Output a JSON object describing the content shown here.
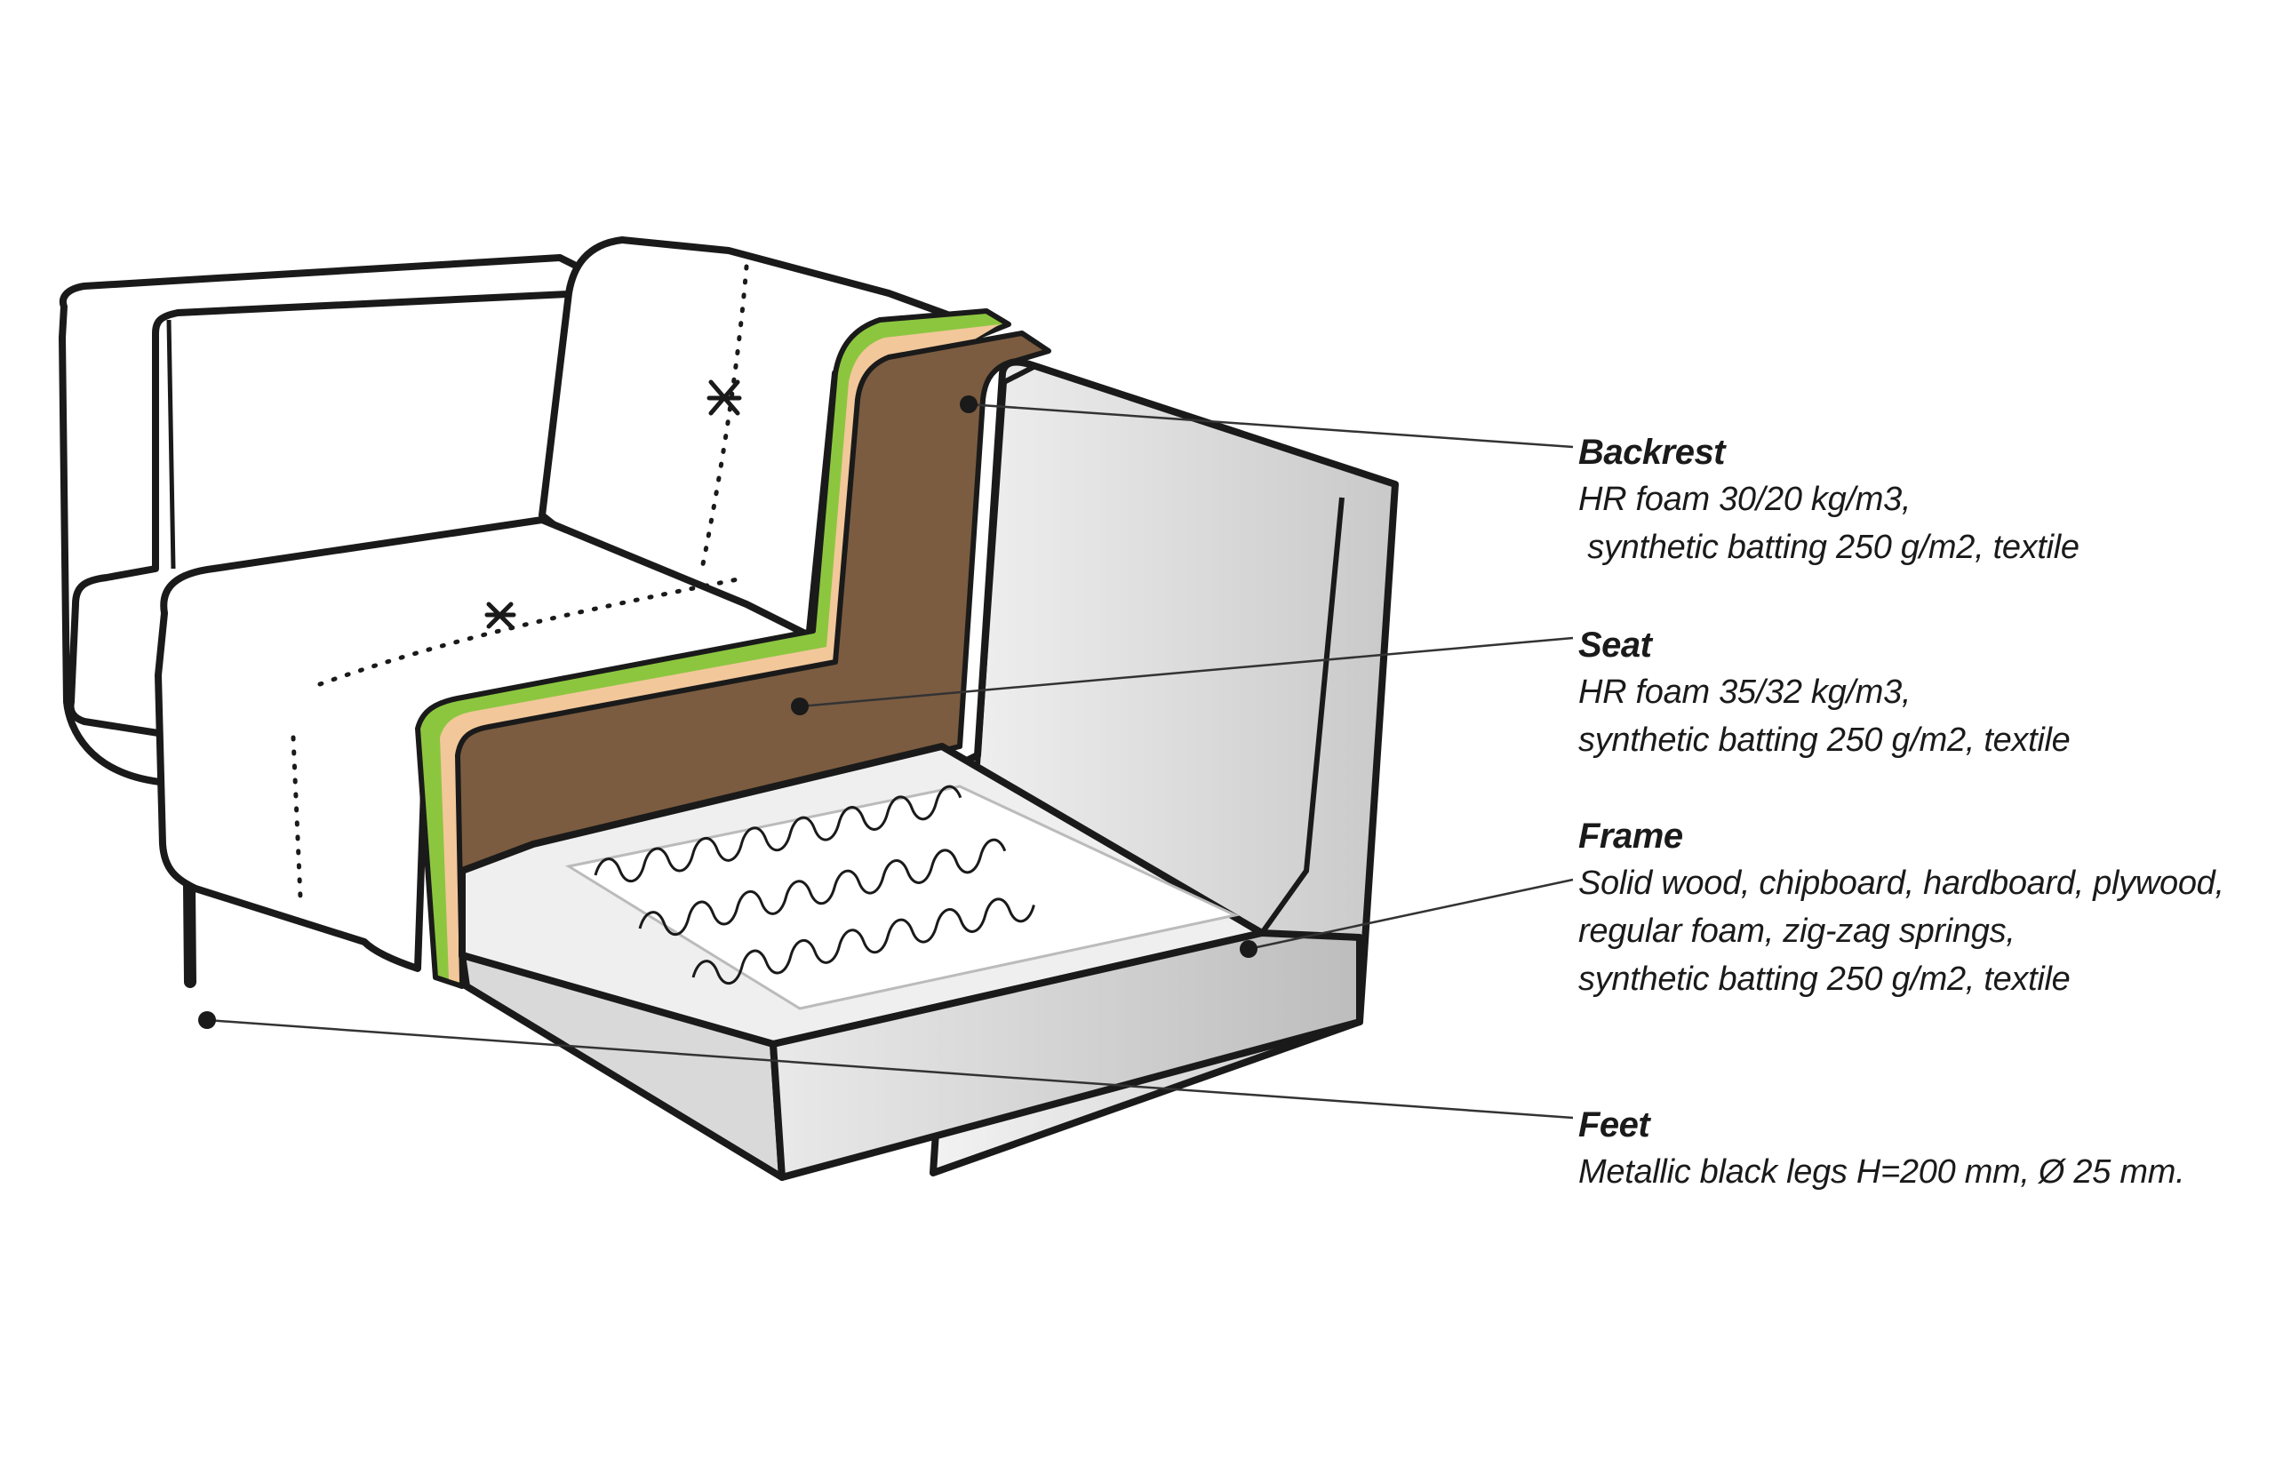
{
  "callouts": {
    "backrest": {
      "title": "Backrest",
      "lines": [
        "HR foam 30/20 kg/m3,",
        " synthetic batting 250 g/m2, textile"
      ]
    },
    "seat": {
      "title": "Seat",
      "lines": [
        "HR foam 35/32 kg/m3,",
        "synthetic batting 250 g/m2, textile"
      ]
    },
    "frame": {
      "title": "Frame",
      "lines": [
        "Solid wood, chipboard, hardboard, plywood,",
        "regular foam, zig-zag springs,",
        "synthetic batting 250 g/m2, textile"
      ]
    },
    "feet": {
      "title": "Feet",
      "lines": [
        "Metallic black legs H=200 mm, Ø 25 mm."
      ]
    }
  },
  "colors": {
    "foam": "#7b5c40",
    "batting": "#f2c79a",
    "textile": "#8cc63f",
    "frame": "#d6d6d6",
    "outline": "#1a1a1a"
  }
}
